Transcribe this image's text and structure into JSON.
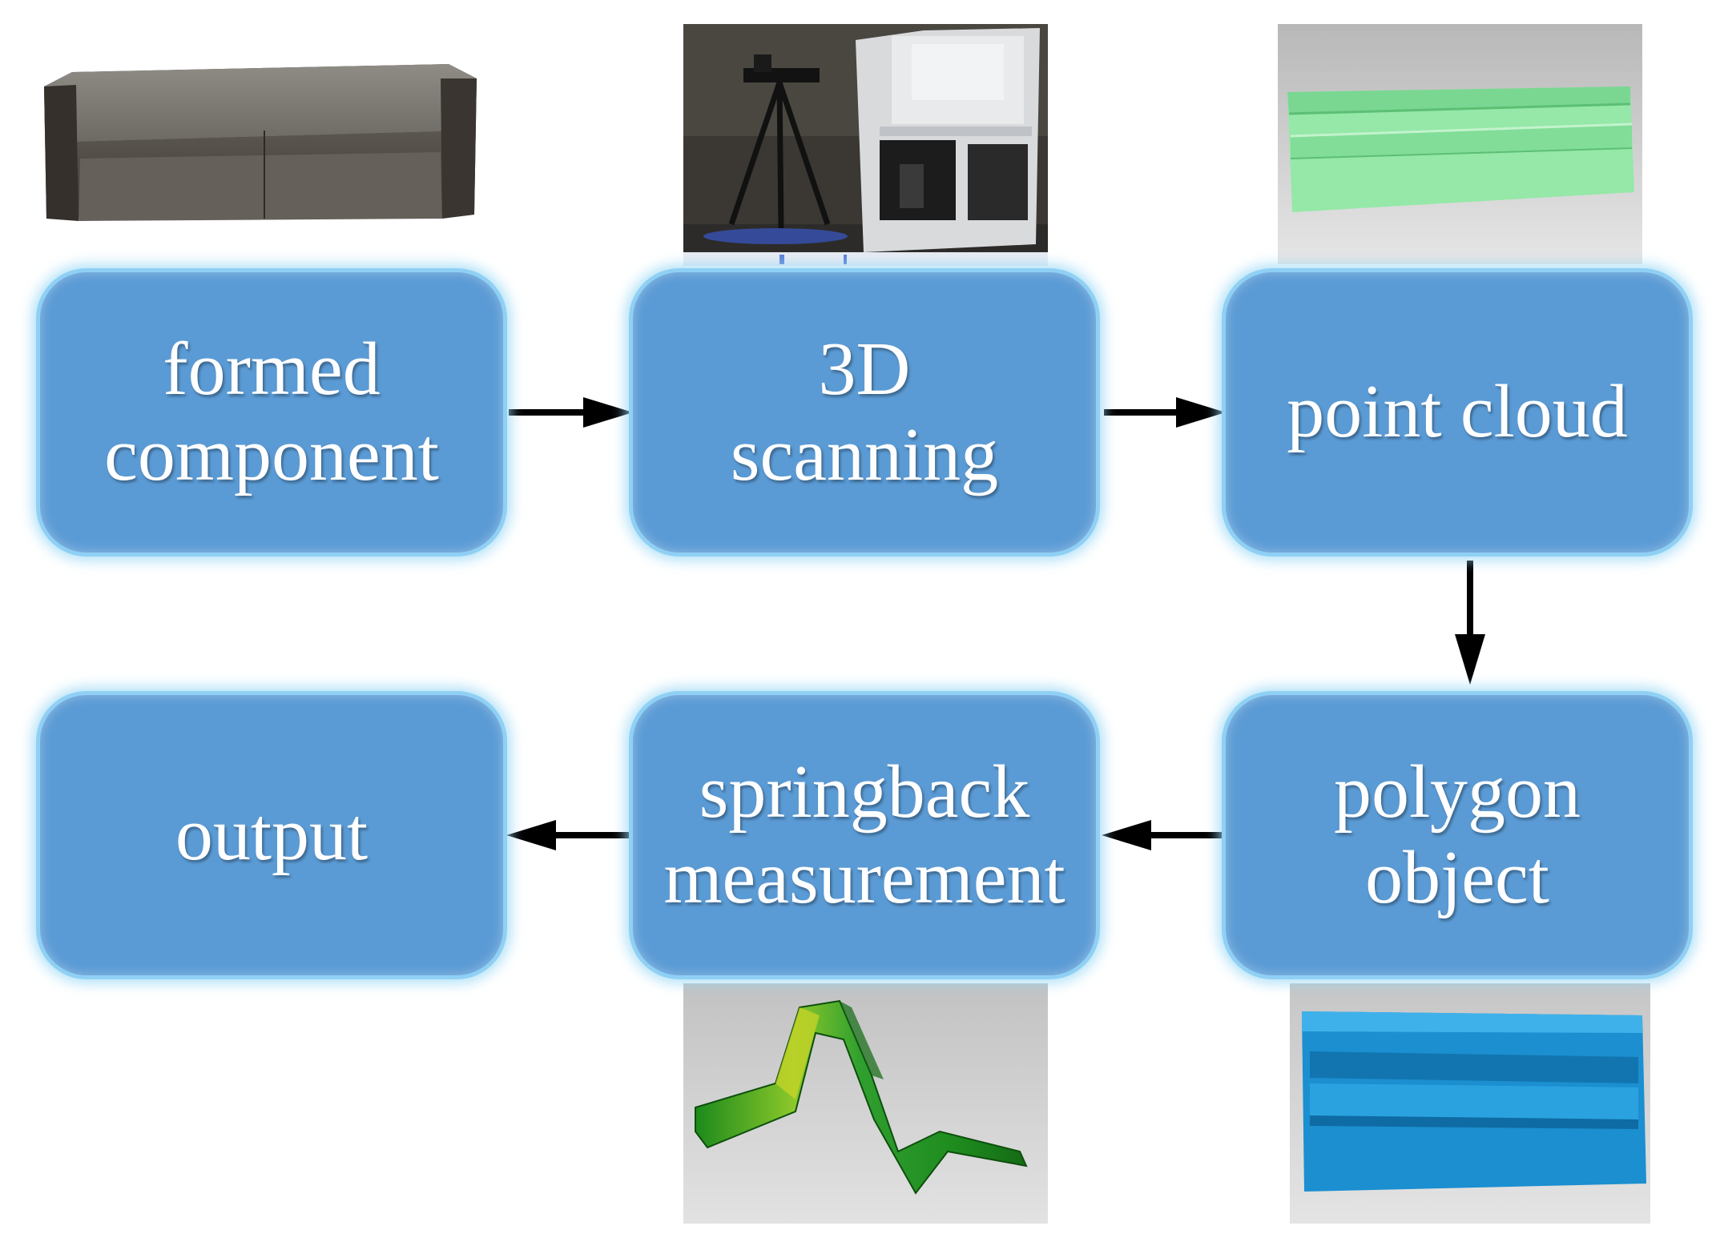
{
  "steps": {
    "formed_component": "formed\ncomponent",
    "scanning": "3D\nscanning",
    "point_cloud": "point cloud",
    "polygon_object": "polygon\nobject",
    "springback": "springback\nmeasurement",
    "output": "output"
  },
  "colors": {
    "box_fill": "#5b9bd5",
    "box_glow": "#8fd0f4",
    "arrow": "#000000",
    "text": "#ffffff"
  }
}
